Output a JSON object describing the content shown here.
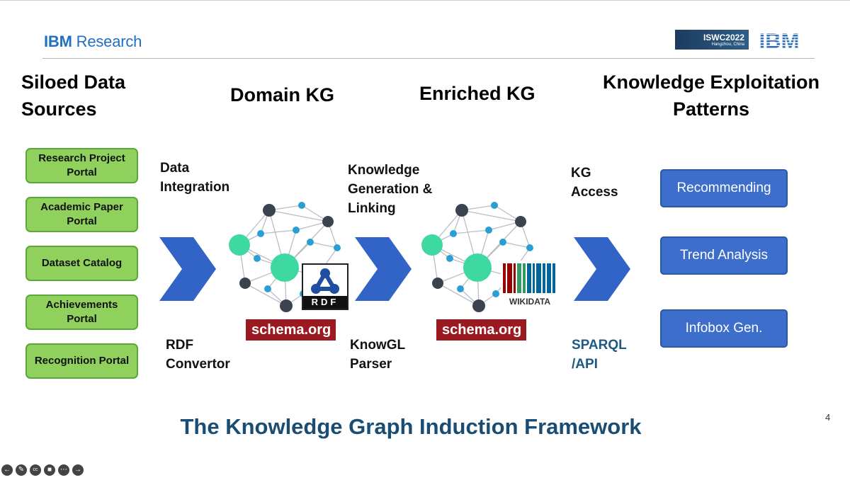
{
  "header": {
    "brand_strong": "IBM",
    "brand_rest": " Research",
    "conference": "ISWC2022",
    "conference_sub": "Hangzhou, China",
    "logo_text": "IBM"
  },
  "columns": {
    "siloed": "Siloed Data Sources",
    "domain_kg": "Domain KG",
    "enriched_kg": "Enriched KG",
    "patterns": "Knowledge Exploitation Patterns"
  },
  "sources": [
    "Research Project Portal",
    "Academic Paper Portal",
    "Dataset Catalog",
    "Achievements Portal",
    "Recognition Portal"
  ],
  "steps": {
    "integration": "Data Integration",
    "rdf_convertor": "RDF Convertor",
    "generation": "Knowledge Generation & Linking",
    "knowgl": "KnowGL Parser",
    "kg_access": "KG Access",
    "sparql": "SPARQL /API"
  },
  "badges": {
    "schema_org": "schema.org",
    "rdf": "RDF",
    "wikidata": "WIKIDATA"
  },
  "patterns": [
    "Recommending",
    "Trend Analysis",
    "Infobox Gen."
  ],
  "footer": {
    "title": "The Knowledge Graph Induction Framework",
    "page_number": "4"
  },
  "colors": {
    "source_fill": "#8fd15c",
    "pattern_fill": "#3d6ecc",
    "arrow": "#3264c8",
    "node_green": "#3ed9a0",
    "node_dark": "#3c4350",
    "node_blue": "#2a9fd6",
    "schema_red": "#9b1a22",
    "title_blue": "#1a4d73"
  }
}
